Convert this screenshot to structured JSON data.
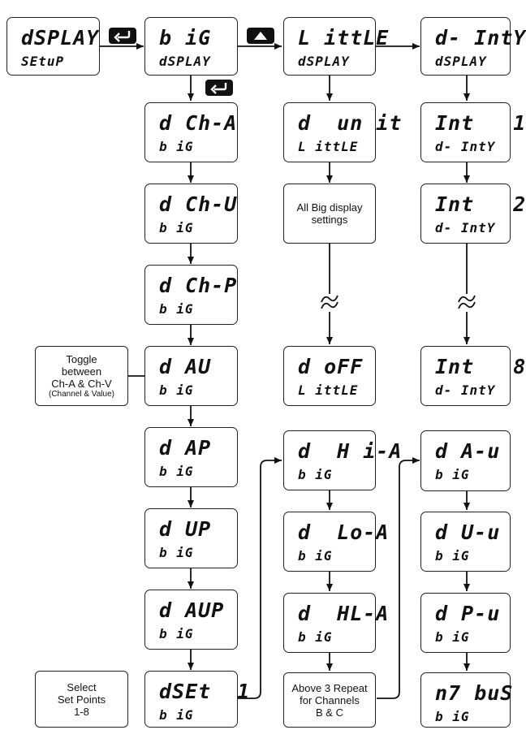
{
  "start": {
    "line1": "dSPLAY",
    "line2": "SEtuP"
  },
  "col1": [
    {
      "line1": "b iG",
      "line2": "dSPLAY"
    },
    {
      "line1": "d Ch-A",
      "line2": "b iG"
    },
    {
      "line1": "d Ch-U",
      "line2": "b iG"
    },
    {
      "line1": "d Ch-P",
      "line2": "b iG"
    },
    {
      "line1": "d AU",
      "line2": "b iG"
    },
    {
      "line1": "d AP",
      "line2": "b iG"
    },
    {
      "line1": "d UP",
      "line2": "b iG"
    },
    {
      "line1": "d AUP",
      "line2": "b iG"
    },
    {
      "line1": "dSEt  1",
      "line2": "b iG"
    }
  ],
  "col2": [
    {
      "line1": "L ittLE",
      "line2": "dSPLAY"
    },
    {
      "line1": "d  un it",
      "line2": "L ittLE"
    },
    {
      "line1": "d oFF",
      "line2": "L ittLE"
    },
    {
      "line1": "d  H i-A",
      "line2": "b iG"
    },
    {
      "line1": "d  Lo-A",
      "line2": "b iG"
    },
    {
      "line1": "d  HL-A",
      "line2": "b iG"
    }
  ],
  "col3": [
    {
      "line1": "d- IntY",
      "line2": "dSPLAY"
    },
    {
      "line1": "Int   1",
      "line2": "d- IntY"
    },
    {
      "line1": "Int   2",
      "line2": "d- IntY"
    },
    {
      "line1": "Int   8",
      "line2": "d- IntY"
    },
    {
      "line1": "d A-u",
      "line2": "b iG"
    },
    {
      "line1": "d U-u",
      "line2": "b iG"
    },
    {
      "line1": "d P-u",
      "line2": "b iG"
    },
    {
      "line1": "n7 buS",
      "line2": "b iG"
    }
  ],
  "notes": {
    "all_big": {
      "line1": "All Big display",
      "line2": "settings"
    },
    "toggle": {
      "line1": "Toggle",
      "line2": "between",
      "line3": "Ch-A & Ch-V",
      "line4": "(Channel & Value)"
    },
    "select": {
      "line1": "Select",
      "line2": "Set Points",
      "line3": "1-8"
    },
    "repeat": {
      "line1": "Above 3 Repeat",
      "line2": "for Channels",
      "line3": "B & C"
    }
  },
  "keys": {
    "enter_key": "enter-key-icon",
    "up_key": "up-arrow-key-icon"
  },
  "colors": {
    "line": "#111111",
    "key_bg": "#111111",
    "key_fg": "#ffffff"
  }
}
